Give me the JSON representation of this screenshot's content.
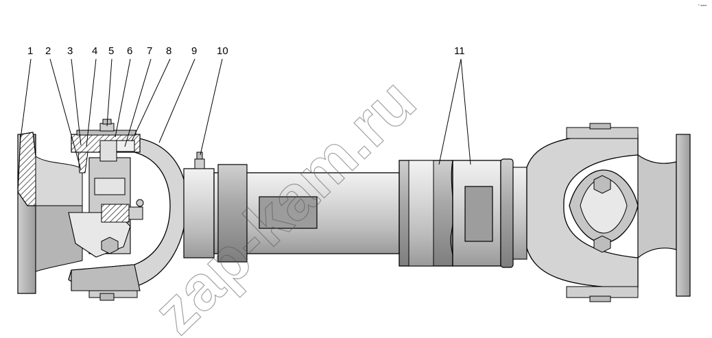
{
  "corner_mark": "° ===",
  "watermark": "zap-kam.ru",
  "callouts": [
    "1",
    "2",
    "3",
    "4",
    "5",
    "6",
    "7",
    "8",
    "9",
    "10",
    "11"
  ],
  "colors": {
    "outline": "#000000",
    "metal_light": "#e6e6e6",
    "metal_mid": "#bdbdbd",
    "metal_dark": "#8a8a8a",
    "hatch": "#4a4a4a"
  }
}
